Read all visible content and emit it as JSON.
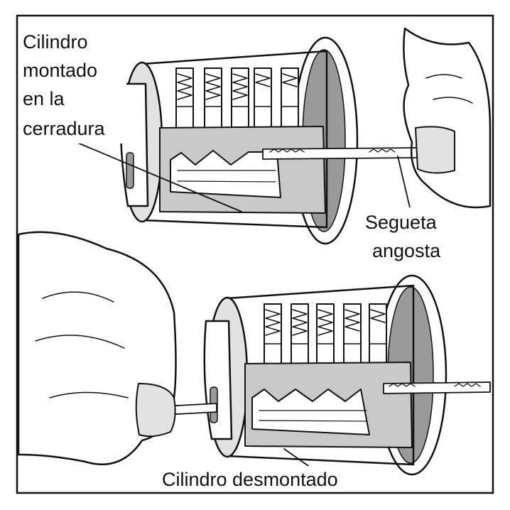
{
  "colors": {
    "ink": "#111111",
    "paper": "#ffffff",
    "shade_light": "#e2e2e2",
    "shade_mid": "#c9c9c9",
    "shade_dark": "#9a9a9a"
  },
  "labels": {
    "mounted_cylinder": [
      "Cilindro",
      "montado",
      "en la",
      "cerradura"
    ],
    "saw": [
      "Segueta",
      "angosta"
    ],
    "removed_cylinder": "Cilindro desmontado"
  },
  "icons": {
    "upper": [
      "lock-cylinder-icon",
      "hand-icon",
      "narrow-saw-icon"
    ],
    "lower": [
      "lock-cylinder-icon",
      "hand-icon",
      "key-blank-icon"
    ]
  }
}
